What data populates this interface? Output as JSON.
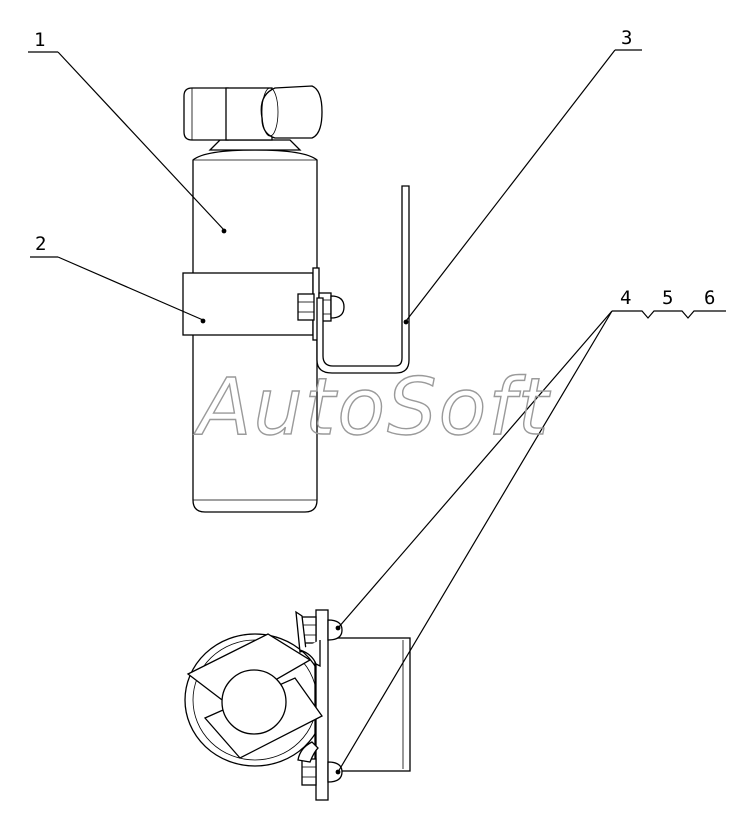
{
  "callouts": [
    {
      "id": "callout-1",
      "label": "1"
    },
    {
      "id": "callout-2",
      "label": "2"
    },
    {
      "id": "callout-3",
      "label": "3"
    },
    {
      "id": "callout-4",
      "label": "4"
    },
    {
      "id": "callout-5",
      "label": "5"
    },
    {
      "id": "callout-6",
      "label": "6"
    }
  ],
  "watermark": "AutoSoft",
  "colors": {
    "line": "#000000",
    "watermark": "#9a9a9a",
    "background": "#ffffff"
  }
}
